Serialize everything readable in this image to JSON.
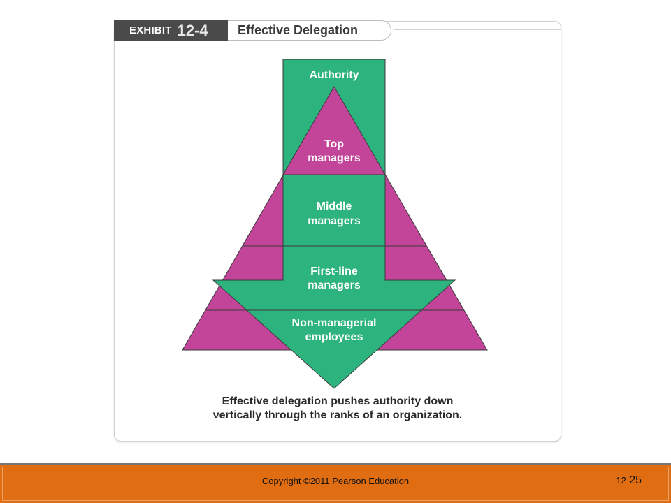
{
  "header": {
    "badge_word": "EXHIBIT",
    "badge_number": "12-4",
    "title": "Effective Delegation"
  },
  "diagram": {
    "arrow_label": "Authority",
    "levels": [
      {
        "line1": "Top",
        "line2": "managers"
      },
      {
        "line1": "Middle",
        "line2": "managers"
      },
      {
        "line1": "First-line",
        "line2": "managers"
      },
      {
        "line1": "Non-managerial",
        "line2": "employees"
      }
    ]
  },
  "caption": {
    "line1": "Effective delegation pushes authority down",
    "line2": "vertically through the ranks of an organization."
  },
  "footer": {
    "copyright": "Copyright ©2011 Pearson Education",
    "slide_prefix": "12-",
    "slide_number": "25"
  },
  "colors": {
    "pyramid": "#c2459a",
    "arrow": "#2db37e",
    "outline": "#3a3a3a",
    "footer": "#e06d12"
  }
}
